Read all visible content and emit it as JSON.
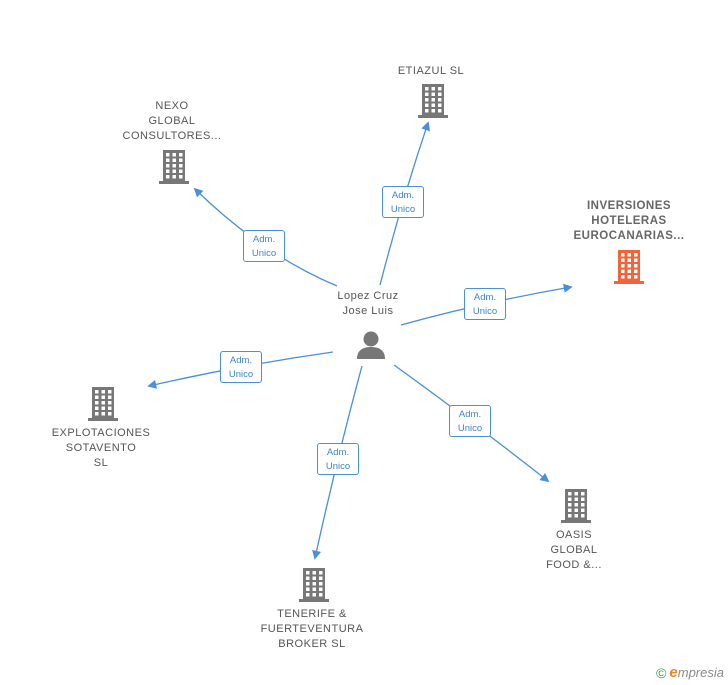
{
  "center": {
    "name_line1": "Lopez Cruz",
    "name_line2": "Jose Luis",
    "icon": "person-icon"
  },
  "nodes": [
    {
      "id": "etiazul",
      "lines": [
        "ETIAZUL  SL"
      ],
      "icon": "building-icon",
      "color": "#777777"
    },
    {
      "id": "nexo",
      "lines": [
        "NEXO",
        "GLOBAL",
        "CONSULTORES..."
      ],
      "icon": "building-icon",
      "color": "#777777"
    },
    {
      "id": "inversiones",
      "lines": [
        "INVERSIONES",
        "HOTELERAS",
        "EUROCANARIAS..."
      ],
      "icon": "building-icon",
      "color": "#f0663a"
    },
    {
      "id": "explotaciones",
      "lines": [
        "EXPLOTACIONES",
        "SOTAVENTO",
        "SL"
      ],
      "icon": "building-icon",
      "color": "#777777"
    },
    {
      "id": "oasis",
      "lines": [
        "OASIS",
        "GLOBAL",
        "FOOD &..."
      ],
      "icon": "building-icon",
      "color": "#777777"
    },
    {
      "id": "tenerife",
      "lines": [
        "TENERIFE &",
        "FUERTEVENTURA",
        "BROKER  SL"
      ],
      "icon": "building-icon",
      "color": "#777777"
    }
  ],
  "edges": [
    {
      "to": "etiazul",
      "label_line1": "Adm.",
      "label_line2": "Unico"
    },
    {
      "to": "nexo",
      "label_line1": "Adm.",
      "label_line2": "Unico"
    },
    {
      "to": "inversiones",
      "label_line1": "Adm.",
      "label_line2": "Unico"
    },
    {
      "to": "explotaciones",
      "label_line1": "Adm.",
      "label_line2": "Unico"
    },
    {
      "to": "oasis",
      "label_line1": "Adm.",
      "label_line2": "Unico"
    },
    {
      "to": "tenerife",
      "label_line1": "Adm.",
      "label_line2": "Unico"
    }
  ],
  "edge_color": "#4a8fd8",
  "watermark": {
    "copyright": "©",
    "brand_first": "e",
    "brand_rest": "mpresia"
  }
}
